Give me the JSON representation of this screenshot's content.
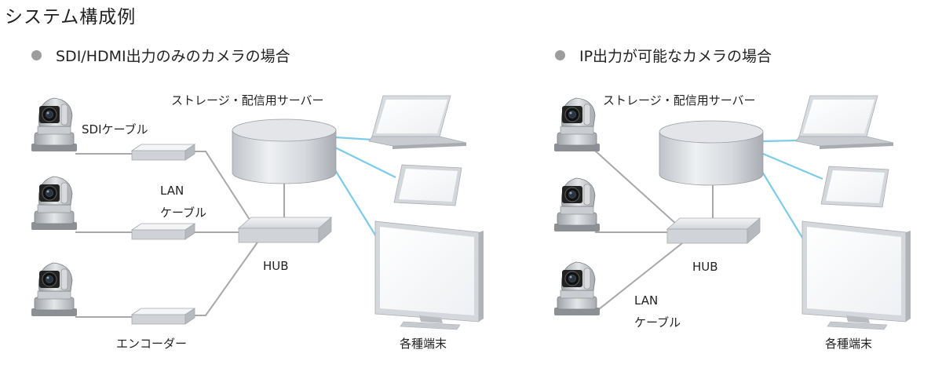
{
  "title": "システム構成例",
  "left": {
    "heading": "SDI/HDMI出力のみのカメラの場合",
    "storage_label": "ストレージ・配信用サーバー",
    "sdi_cable_label": "SDIケーブル",
    "lan_label_1": "LAN",
    "lan_label_2": "ケーブル",
    "hub_label": "HUB",
    "encoder_label": "エンコーダー",
    "terminals_label": "各種端末"
  },
  "right": {
    "heading": "IP出力が可能なカメラの場合",
    "storage_label": "ストレージ・配信用サーバー",
    "hub_label": "HUB",
    "lan_label_1": "LAN",
    "lan_label_2": "ケーブル",
    "terminals_label": "各種端末"
  },
  "colors": {
    "wired": "#a8a8a8",
    "wireless": "#7ccbe8",
    "bullet": "#9d9d9d"
  },
  "icons": [
    "ptz-camera-icon",
    "encoder-icon",
    "server-icon",
    "hub-icon",
    "laptop-icon",
    "tablet-icon",
    "monitor-icon"
  ]
}
